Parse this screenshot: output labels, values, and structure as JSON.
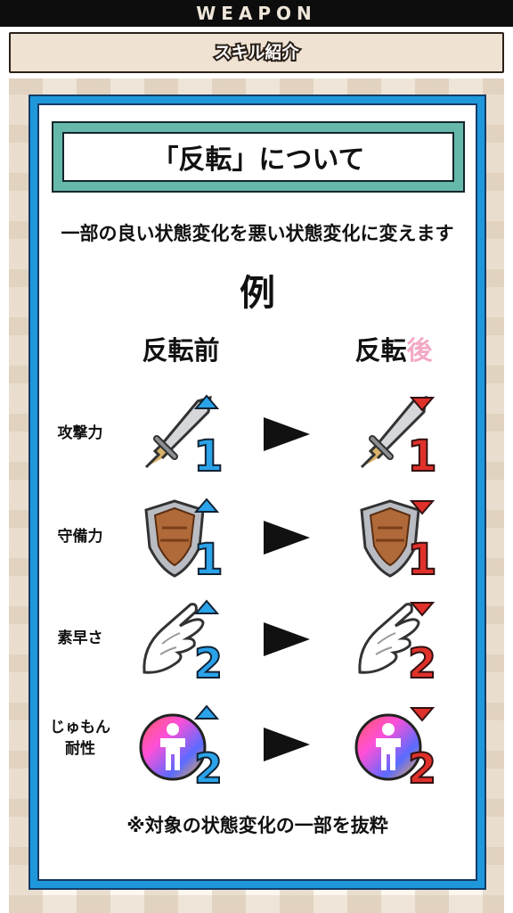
{
  "header": {
    "title": "WEAPON",
    "section": "スキル紹介"
  },
  "panel": {
    "title": "「反転」について",
    "description": "一部の良い状態変化を悪い状態変化に変えます",
    "example_label": "例",
    "before_label": "反転前",
    "after_label_main": "反転",
    "after_label_accent": "後",
    "rows": [
      {
        "label": "攻撃力",
        "icon": "sword-icon",
        "value": "1"
      },
      {
        "label": "守備力",
        "icon": "shield-icon",
        "value": "1"
      },
      {
        "label": "素早さ",
        "icon": "wing-icon",
        "value": "2"
      },
      {
        "label": "じゅもん耐性",
        "label_line1": "じゅもん",
        "label_line2": "耐性",
        "icon": "spell-resist-icon",
        "value": "2"
      }
    ],
    "footnote": "※対象の状態変化の一部を抜粋"
  },
  "colors": {
    "top_bar": "#0d0d0d",
    "frame_blue": "#1e98da",
    "title_teal": "#66b8ab",
    "buff_blue": "#1f8fe0",
    "debuff_red": "#e0302a",
    "accent_pink": "#f3a8c6"
  }
}
